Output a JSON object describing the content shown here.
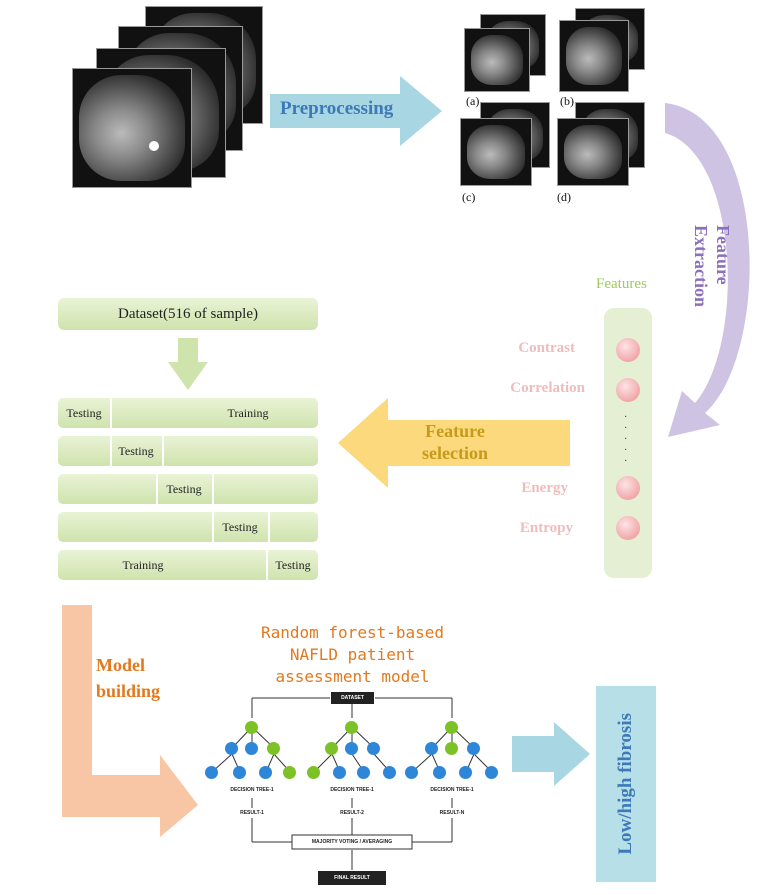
{
  "preprocessing": {
    "label": "Preprocessing"
  },
  "captions": {
    "a": "(a)",
    "b": "(b)",
    "c": "(c)",
    "d": "(d)"
  },
  "feature_extraction": {
    "label_line1": "Feature",
    "label_line2": "Extraction"
  },
  "features": {
    "title": "Features",
    "items": [
      "Contrast",
      "Correlation",
      "Energy",
      "Entropy"
    ],
    "ellipsis": "·\n·\n·\n·\n·"
  },
  "dataset": {
    "label": "Dataset(516 of sample)"
  },
  "folds": [
    [
      "Testing",
      "Training"
    ],
    [
      "Testing"
    ],
    [
      "Testing"
    ],
    [
      "Testing"
    ],
    [
      "Training",
      "Testing"
    ]
  ],
  "feature_selection": {
    "line1": "Feature",
    "line2": "selection"
  },
  "model_building": {
    "line1": "Model",
    "line2": "building"
  },
  "rf_title": {
    "line1": "Random forest-based",
    "line2": "NAFLD patient",
    "line3": "assessment model"
  },
  "rf_diagram": {
    "dataset": "DATASET",
    "trees": [
      "DECISION TREE-1",
      "DECISION TREE-1",
      "DECISION TREE-1"
    ],
    "results": [
      "RESULT-1",
      "RESULT-2",
      "RESULT-N"
    ],
    "voting": "MAJORITY VOTING / AVERAGING",
    "final": "FINAL RESULT"
  },
  "output": {
    "label": "Low/high fibrosis"
  },
  "colors": {
    "blue_arrow": "#a8d6e3",
    "purple_arrow": "#b9a8d4",
    "yellow_arrow": "#fbd97c",
    "orange_arrow": "#f8c6a5",
    "green": "#d6e8b7",
    "pink_text": "#efbcbc",
    "blue_text": "#3c79b8",
    "orange_text": "#e2791e",
    "purple_text": "#8c6fbd",
    "yellow_text": "#c69a1a"
  }
}
